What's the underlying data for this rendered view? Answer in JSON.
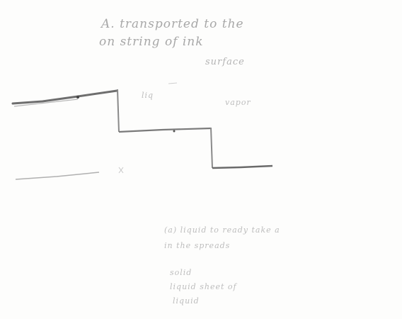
{
  "note": {
    "header_line_1": "A. transported to the",
    "header_line_2": "on string of ink",
    "header_line_3": "surface",
    "marker_left": "liq",
    "marker_right": "vapor",
    "lower_line_1": "(a) liquid to ready take a",
    "lower_line_2": "in the spreads",
    "lower_line_3": "solid",
    "lower_line_4": "liquid sheet of",
    "lower_line_5": "liquid"
  }
}
